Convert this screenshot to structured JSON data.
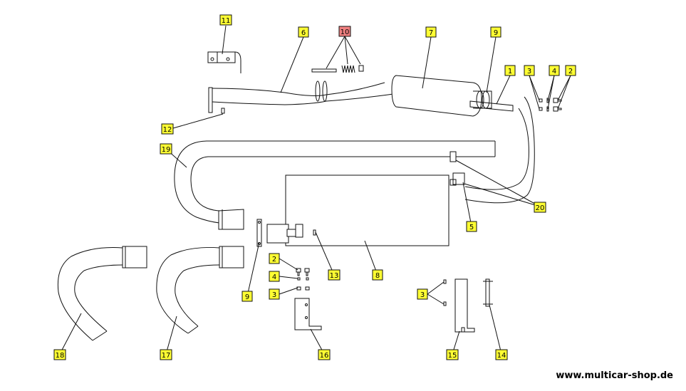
{
  "colors": {
    "callout_fill": "#ffff33",
    "callout_highlight": "#f08080",
    "line": "#111111",
    "background": "#ffffff"
  },
  "callouts": [
    {
      "id": "c11",
      "label": "11"
    },
    {
      "id": "c6",
      "label": "6"
    },
    {
      "id": "c10",
      "label": "10",
      "highlighted": true
    },
    {
      "id": "c7",
      "label": "7"
    },
    {
      "id": "c9a",
      "label": "9"
    },
    {
      "id": "c1",
      "label": "1"
    },
    {
      "id": "c3a",
      "label": "3"
    },
    {
      "id": "c4a",
      "label": "4"
    },
    {
      "id": "c2a",
      "label": "2"
    },
    {
      "id": "c12",
      "label": "12"
    },
    {
      "id": "c19",
      "label": "19"
    },
    {
      "id": "c20",
      "label": "20"
    },
    {
      "id": "c5",
      "label": "5"
    },
    {
      "id": "c2b",
      "label": "2"
    },
    {
      "id": "c4b",
      "label": "4"
    },
    {
      "id": "c3b",
      "label": "3"
    },
    {
      "id": "c9b",
      "label": "9"
    },
    {
      "id": "c13",
      "label": "13"
    },
    {
      "id": "c8",
      "label": "8"
    },
    {
      "id": "c3c",
      "label": "3"
    },
    {
      "id": "c18",
      "label": "18"
    },
    {
      "id": "c17",
      "label": "17"
    },
    {
      "id": "c16",
      "label": "16"
    },
    {
      "id": "c15",
      "label": "15"
    },
    {
      "id": "c14",
      "label": "14"
    }
  ],
  "footer": {
    "site": "www.multicar-shop.de"
  }
}
